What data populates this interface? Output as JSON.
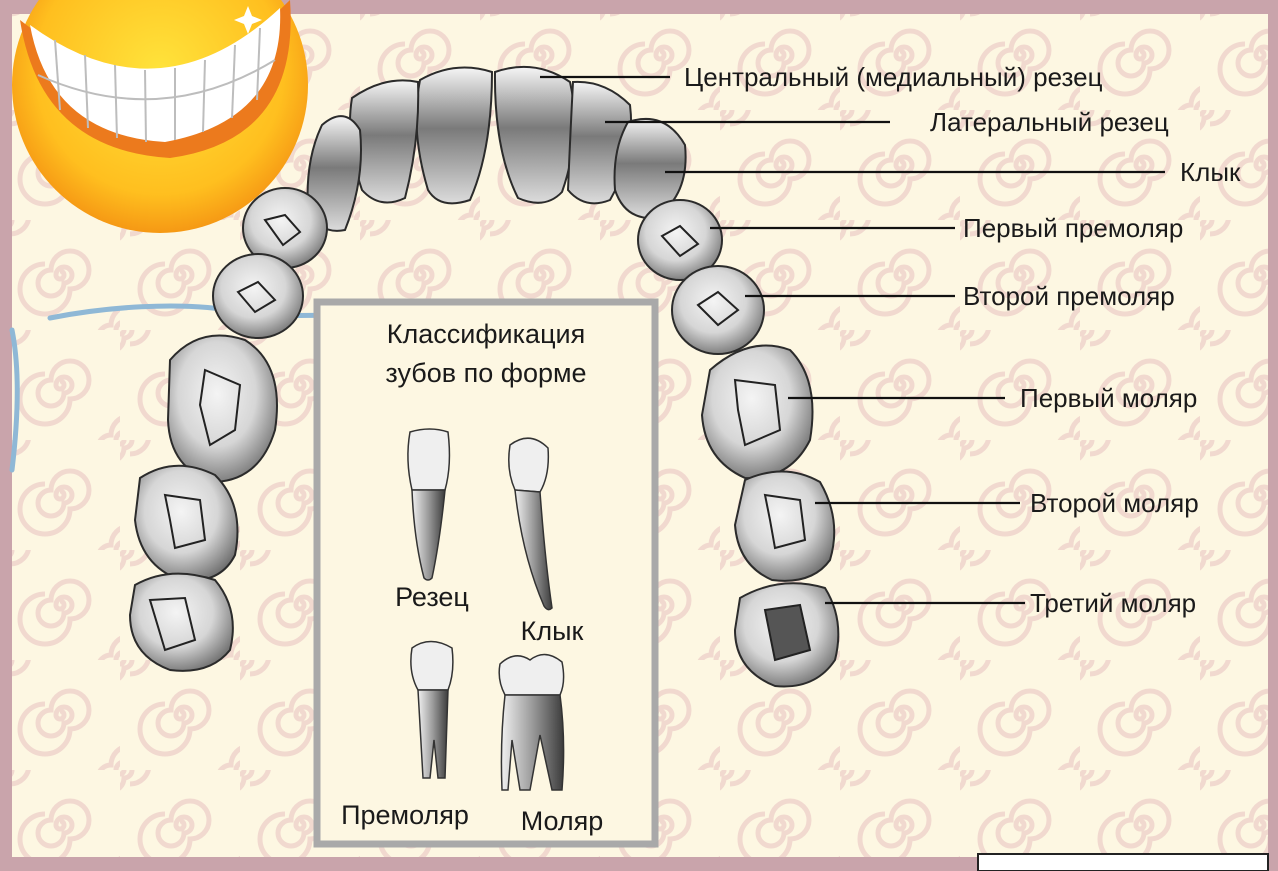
{
  "labels": {
    "central_incisor": "Центральный (медиальный) резец",
    "lateral_incisor": "Латеральный резец",
    "canine": "Клык",
    "first_premolar": "Первый премоляр",
    "second_premolar": "Второй премоляр",
    "first_molar": "Первый моляр",
    "second_molar": "Второй моляр",
    "third_molar": "Третий моляр"
  },
  "inset": {
    "title_line1": "Классификация",
    "title_line2": "зубов по форме",
    "incisor": "Резец",
    "canine": "Клык",
    "premolar": "Премоляр",
    "molar": "Моляр"
  },
  "icons": {
    "decoration": "smiley-sun-icon"
  },
  "colors": {
    "background": "#fdf7e2",
    "spiral": "#f3dcd2",
    "frame": "#c9a4ab",
    "inset_border": "#a9a9a9",
    "sun": "#f6a21b",
    "blue_stroke": "#8fb8d6"
  }
}
